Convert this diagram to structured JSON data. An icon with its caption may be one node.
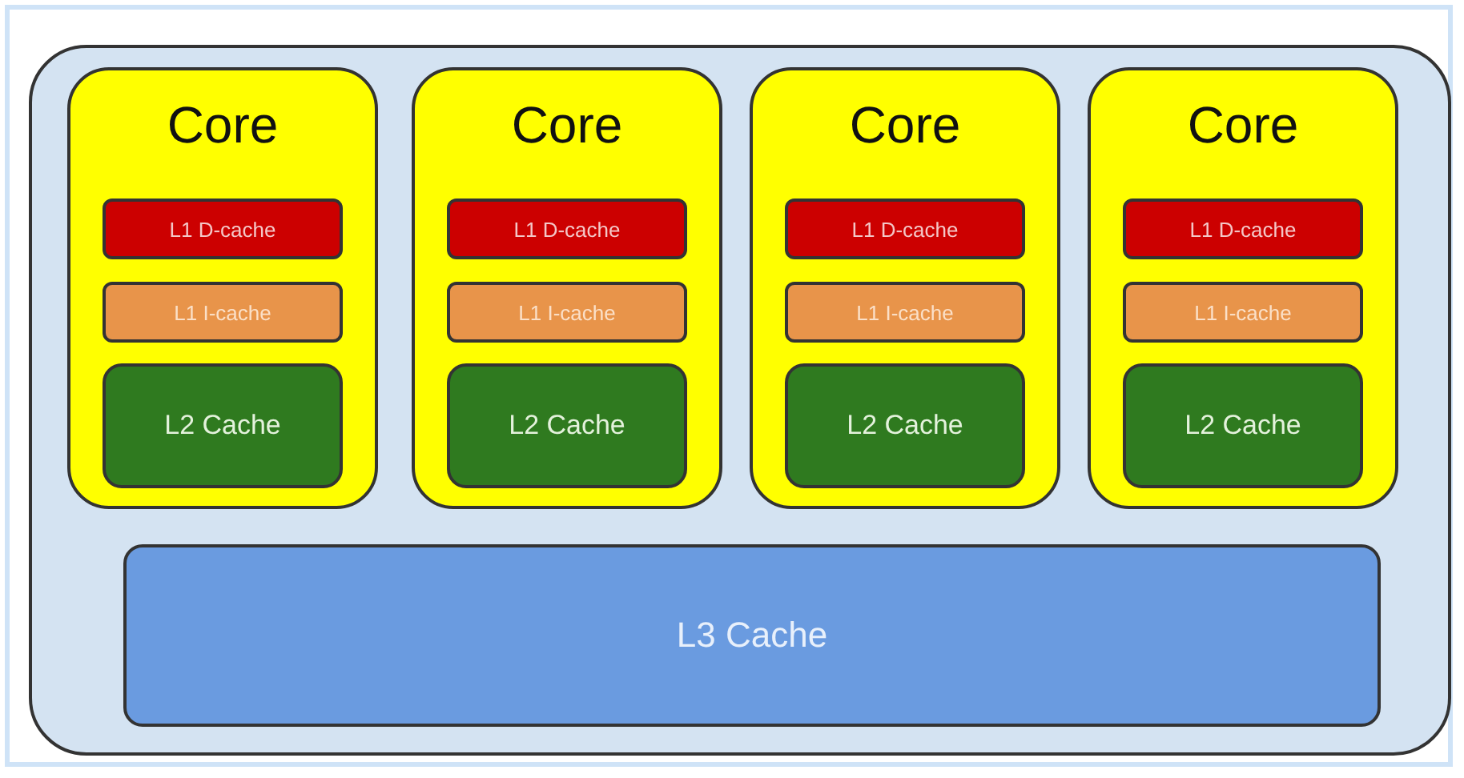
{
  "diagram": {
    "nodes": [
      {
        "text": [],
        "shape": "box"
      },
      {
        "text": [
          "Core"
        ],
        "in": 0
      },
      {
        "text": [
          "L1 D-cache"
        ],
        "in": 1
      },
      {
        "text": [
          "L1 I-cache"
        ],
        "in": 1
      },
      {
        "text": [
          "L2 Cache"
        ],
        "in": 1
      },
      {
        "text": [
          "Core"
        ],
        "in": 0
      },
      {
        "text": [
          "L1 D-cache"
        ],
        "in": 5
      },
      {
        "text": [
          "L1 I-cache"
        ],
        "in": 5
      },
      {
        "text": [
          "L2 Cache"
        ],
        "in": 5
      },
      {
        "text": [
          "Core"
        ],
        "in": 0
      },
      {
        "text": [
          "L1 D-cache"
        ],
        "in": 9
      },
      {
        "text": [
          "L1 I-cache"
        ],
        "in": 9
      },
      {
        "text": [
          "L2 Cache"
        ],
        "in": 9
      },
      {
        "text": [
          "Core"
        ],
        "in": 0
      },
      {
        "text": [
          "L1 D-cache"
        ],
        "in": 13
      },
      {
        "text": [
          "L1 I-cache"
        ],
        "in": 13
      },
      {
        "text": [
          "L2 Cache"
        ],
        "in": 13
      },
      {
        "text": [
          "L3 Cache"
        ],
        "in": 0
      }
    ]
  }
}
